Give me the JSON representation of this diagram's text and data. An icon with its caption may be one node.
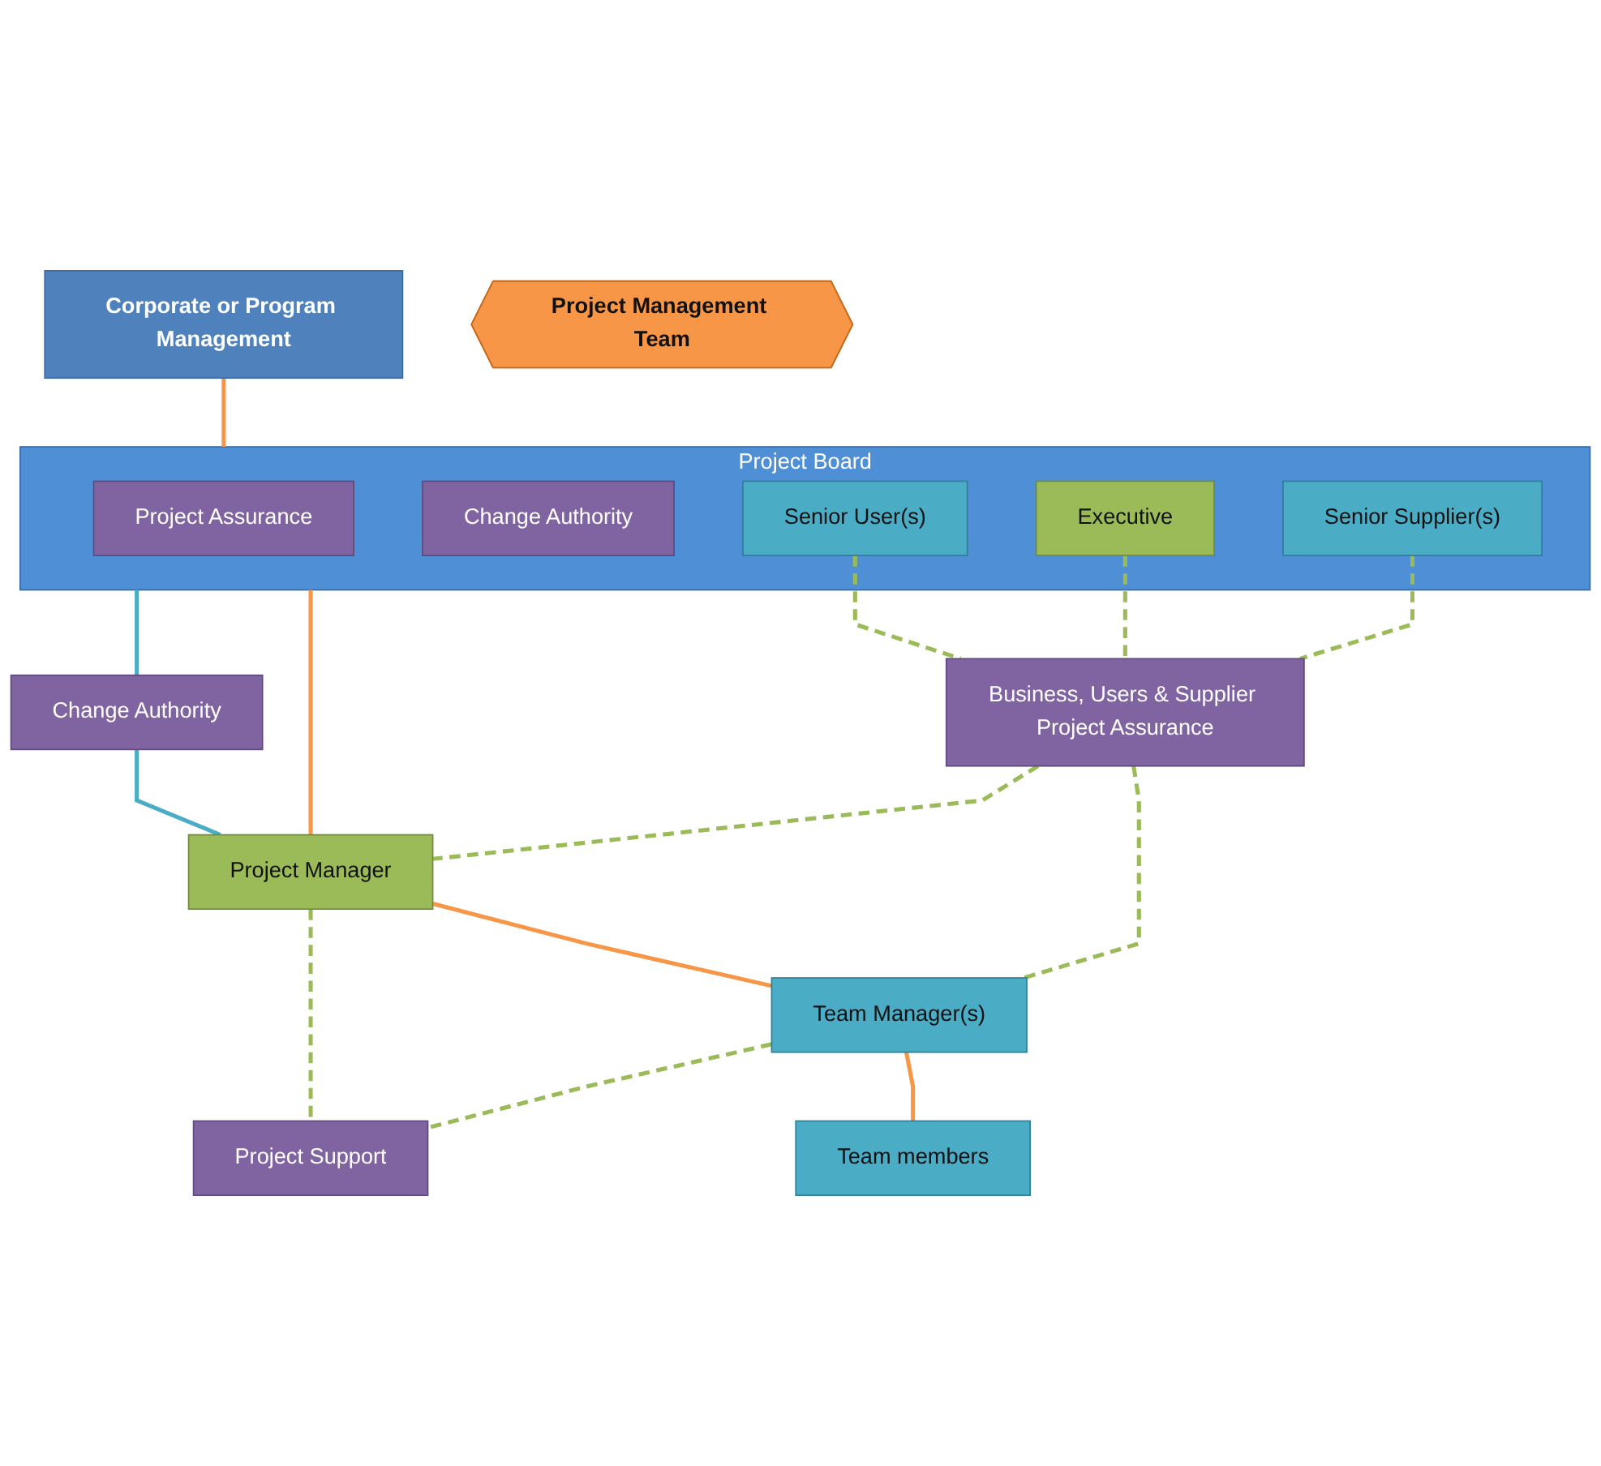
{
  "diagram": {
    "nodes": [
      {
        "text": [
          "Corporate or Program Management"
        ]
      },
      {
        "text": [
          "Project Board"
        ]
      },
      {
        "text": [
          "Project Assurance"
        ],
        "in": 1
      },
      {
        "text": [
          "Change Authority"
        ],
        "in": 1
      },
      {
        "text": [
          "Senior User(s)"
        ],
        "in": 1
      },
      {
        "text": [
          "Executive"
        ],
        "in": 1
      },
      {
        "text": [
          "Senior Supplier(s)"
        ],
        "in": 1
      },
      {
        "text": [
          "Business, Users & Supplier Project Assurance"
        ]
      },
      {
        "text": [
          "Change Authority"
        ]
      },
      {
        "text": [
          "Project Manager"
        ]
      },
      {
        "text": [
          "Project Support"
        ]
      },
      {
        "text": [
          "Team Manager(s)"
        ]
      },
      {
        "text": [
          "Team members"
        ]
      },
      {
        "text": [
          "Project Management Team"
        ]
      }
    ],
    "edges": [
      {
        "from": 0,
        "to": 1,
        "arrow": "none",
        "color": "#f79646"
      },
      {
        "from": 4,
        "to": 7,
        "arrow": "none",
        "style": "dashed"
      },
      {
        "from": 5,
        "to": 7,
        "arrow": "none",
        "style": "dashed"
      },
      {
        "from": 6,
        "to": 7,
        "arrow": "none",
        "style": "dashed"
      },
      {
        "from": 1,
        "to": 8,
        "arrow": "none",
        "color": "#4bacc6"
      },
      {
        "from": 1,
        "to": 9,
        "arrow": "none",
        "color": "#f79646"
      },
      {
        "from": 7,
        "to": 9,
        "arrow": "none",
        "style": "dashed"
      },
      {
        "from": 8,
        "to": 9,
        "arrow": "none",
        "color": "#4bacc6"
      },
      {
        "from": 7,
        "to": 11,
        "arrow": "none",
        "style": "dashed"
      },
      {
        "from": 9,
        "to": 10,
        "arrow": "none",
        "style": "dashed"
      },
      {
        "from": 9,
        "to": 11,
        "arrow": "none",
        "color": "#f79646"
      },
      {
        "from": 11,
        "to": 10,
        "arrow": "none",
        "style": "dashed"
      },
      {
        "from": 11,
        "to": 12,
        "arrow": "none",
        "color": "#f79646"
      }
    ]
  }
}
